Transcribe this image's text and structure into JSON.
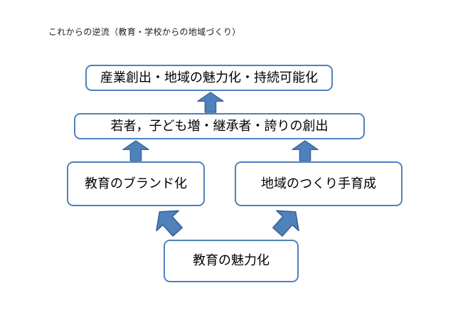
{
  "title": "これからの逆流（教育・学校からの地域づくり）",
  "diagram": {
    "boxes": {
      "top": {
        "label": "産業創出・地域の魅力化・持続可能化"
      },
      "second": {
        "label": "若者，子ども増・継承者・誇りの創出"
      },
      "left": {
        "label": "教育のブランド化"
      },
      "right": {
        "label": "地域のつくり手育成"
      },
      "bottom": {
        "label": "教育の魅力化"
      }
    },
    "icons": {
      "connector": "block-up-arrow"
    },
    "colors": {
      "box_border": "#4F81BD",
      "arrow_fill": "#4F81BD",
      "arrow_stroke": "#3A6494"
    }
  }
}
